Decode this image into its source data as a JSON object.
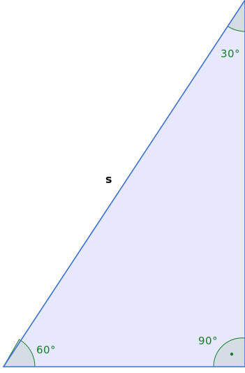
{
  "diagram": {
    "side_label": "s",
    "angles": {
      "bottom_left": "60°",
      "top_right": "30°",
      "bottom_right": "90°"
    },
    "colors": {
      "triangle_fill": "#e6e8fb",
      "triangle_stroke": "#3f6fd6",
      "angle_fill": "#d4dde6",
      "angle_stroke": "#1b7a2e",
      "angle_text": "#1b7a2e",
      "side_text": "#111111",
      "right_angle_dot": "#1b7a2e"
    }
  }
}
